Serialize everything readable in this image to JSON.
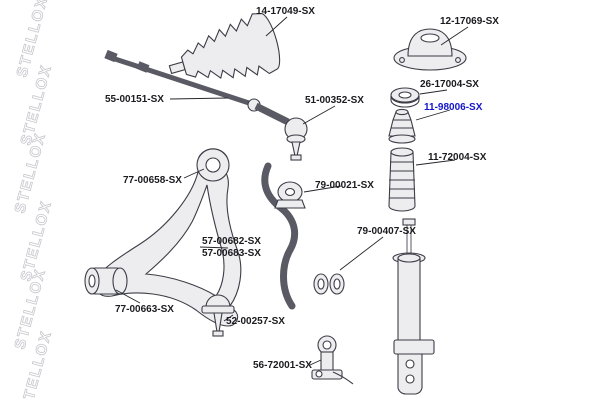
{
  "diagram": {
    "watermark": "STELLOX",
    "label_color": "#1b1b1f",
    "highlight_color": "#1414cc",
    "labels": [
      {
        "text": "14-17049-SX",
        "part": "steering-rack-boot"
      },
      {
        "text": "12-17069-SX",
        "part": "strut-mount"
      },
      {
        "text": "55-00151-SX",
        "part": "tie-rod-axial"
      },
      {
        "text": "51-00352-SX",
        "part": "tie-rod-end"
      },
      {
        "text": "26-17004-SX",
        "part": "strut-bearing"
      },
      {
        "text": "11-98006-SX",
        "part": "bump-stop",
        "highlighted": true
      },
      {
        "text": "11-72004-SX",
        "part": "dust-boot"
      },
      {
        "text": "77-00658-SX",
        "part": "arm-bushing-front"
      },
      {
        "text": "79-00021-SX",
        "part": "stabilizer-bushing"
      },
      {
        "text": "57-00682-SX",
        "part": "control-arm-left"
      },
      {
        "text": "57-00683-SX",
        "part": "control-arm-right"
      },
      {
        "text": "79-00407-SX",
        "part": "stabilizer-link-bushings"
      },
      {
        "text": "77-00663-SX",
        "part": "arm-bushing-rear"
      },
      {
        "text": "52-00257-SX",
        "part": "ball-joint"
      },
      {
        "text": "56-72001-SX",
        "part": "abs-sensor"
      }
    ]
  }
}
